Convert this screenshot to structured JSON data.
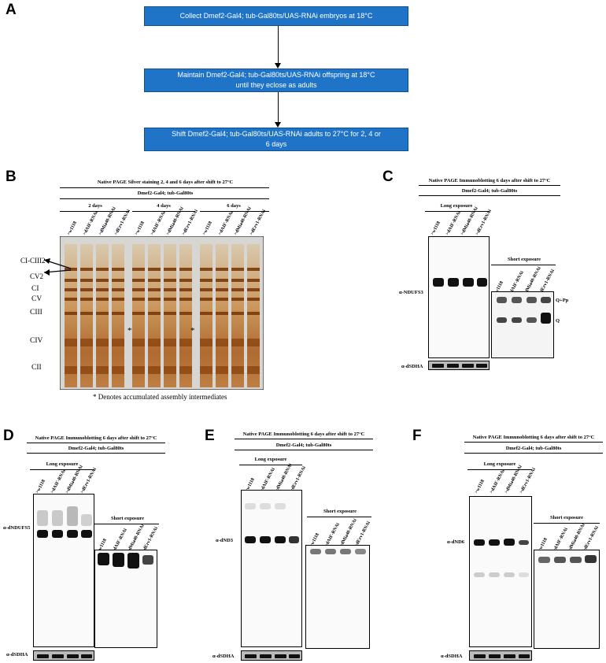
{
  "panels": {
    "A": "A",
    "B": "B",
    "C": "C",
    "D": "D",
    "E": "E",
    "F": "F"
  },
  "flow": {
    "step1": "Collect Dmef2-Gal4; tub-Gal80ts/UAS-RNAi embryos at 18°C",
    "step2a": "Maintain Dmef2-Gal4; tub-Gal80ts/UAS-RNAi offspring at 18°C",
    "step2b": "until they eclose as adults",
    "step3a": "Shift Dmef2-Gal4; tub-Gal80ts/UAS-RNAi adults to 27°C for 2, 4 or",
    "step3b": "6 days"
  },
  "panelB": {
    "title": "Native PAGE  Silver staining  2, 4 and 6 days after shift to 27°C",
    "genotype": "Dmef2-Gal4; tub-Gal80ts",
    "groups": [
      "2 days",
      "4 days",
      "6 days"
    ],
    "lanes": [
      ">w1118",
      ">dAIF-RNAi",
      ">dMia40-RNAi",
      ">dErv1-RNAi"
    ],
    "complexes": [
      "CI-CIII2",
      "CV2",
      "CI",
      "CV",
      "CIII",
      "CIV",
      "CII"
    ],
    "asterisk": "*",
    "footnote": "* Denotes accumulated assembly intermediates"
  },
  "blots": {
    "title": "Native PAGE  Immunoblotting 6 days after shift to 27°C",
    "genotype": "Dmef2-Gal4; tub-Gal80ts",
    "long": "Long exposure",
    "short": "Short exposure",
    "loading": "α-dSDHA",
    "C_ab": "α-NDUFS3",
    "D_ab": "α-dNDUFS5",
    "E_ab": "α-dND3",
    "F_ab": "α-dND6",
    "qpp": "Q+Pp",
    "q": "Q"
  }
}
